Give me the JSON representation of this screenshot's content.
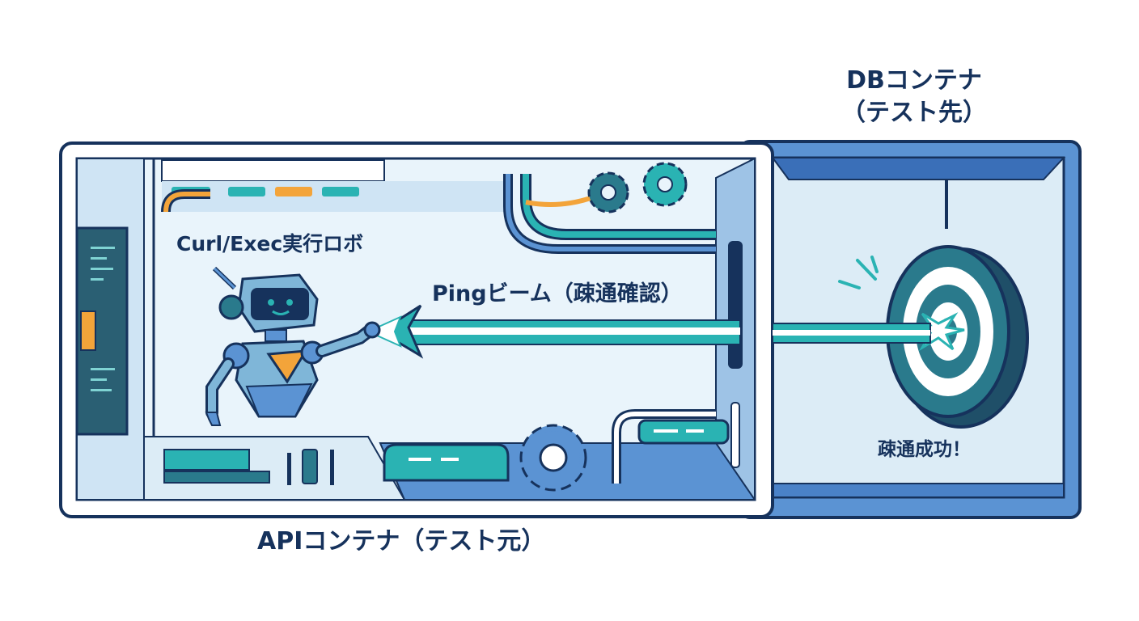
{
  "db_container": {
    "title_line1": "DBコンテナ",
    "title_line2": "（テスト先）",
    "success_label": "疎通成功！"
  },
  "api_container": {
    "title": "APIコンテナ（テスト元）",
    "robot_label": "Curl/Exec実行ロボ"
  },
  "beam": {
    "label": "Pingビーム（疎通確認）"
  },
  "colors": {
    "outline": "#16325c",
    "container_blue": "#5b93d3",
    "panel_bg": "#e9f4fb",
    "teal": "#2ab3b3",
    "dark_teal": "#2a7a8c",
    "orange": "#f3a43a"
  },
  "icons": [
    "robot-icon",
    "gear-icon",
    "target-icon",
    "terminal-icon",
    "pipe-icon"
  ]
}
